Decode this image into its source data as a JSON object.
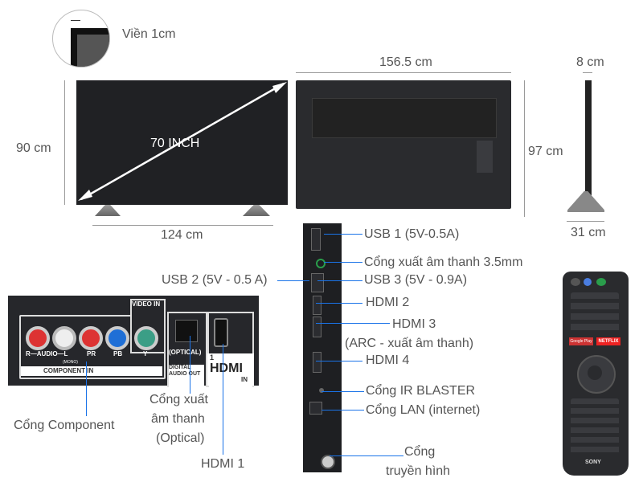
{
  "bezel": {
    "label": "Viền 1cm"
  },
  "front": {
    "diagonal": "70 INCH",
    "height": "90 cm",
    "width": "124 cm"
  },
  "back": {
    "width": "156.5 cm",
    "height": "97 cm"
  },
  "side": {
    "depth": "8 cm",
    "stand_depth": "31 cm"
  },
  "side_ports": [
    "USB 1 (5V-0.5A)",
    "Cổng xuất âm thanh 3.5mm",
    "USB 3 (5V - 0.9A)",
    "HDMI 2",
    "HDMI 3",
    "(ARC - xuất âm thanh)",
    "HDMI 4",
    "Cổng IR BLASTER",
    "Cổng LAN (internet)",
    "Cổng",
    "truyền hình"
  ],
  "usb2": "USB 2 (5V - 0.5 A)",
  "panel": {
    "video_in": "VIDEO IN",
    "audio": "R—AUDIO—L",
    "mono": "(MONO)",
    "pr": "PR",
    "pb": "PB",
    "y": "Y",
    "component_in": "COMPONENT IN",
    "optical": "(OPTICAL)",
    "digital_audio_out": "DIGITAL AUDIO OUT",
    "hdmi_num": "1",
    "hdmi": "HDMI",
    "in": "IN"
  },
  "callouts": {
    "component": "Cổng Component",
    "optical_1": "Cổng xuất",
    "optical_2": "âm thanh",
    "optical_3": "(Optical)",
    "hdmi1": "HDMI 1"
  },
  "remote": {
    "google_play": "Google Play",
    "netflix": "NETFLIX",
    "brand": "SONY"
  },
  "colors": {
    "accent": "#1a73e8",
    "text": "#555555",
    "panel": "#1e1f22"
  }
}
